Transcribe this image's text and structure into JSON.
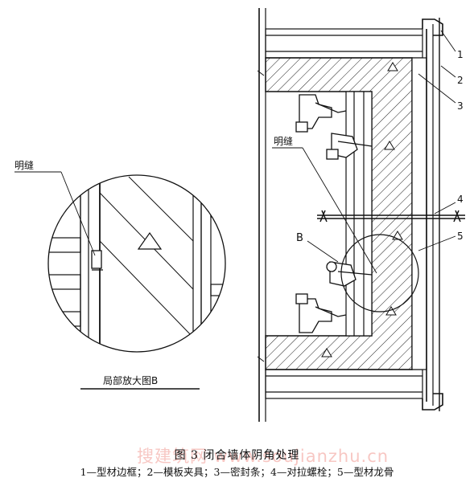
{
  "figure": {
    "caption_title": "图 3   闭合墙体阴角处理",
    "caption_legend": "1—型材边框；2—模板夹具；3—密封条；4—对拉螺栓；5—型材龙骨",
    "detail_title": "局部放大图B",
    "label_joint_detail": "明缝",
    "label_joint_main": "明缝",
    "label_b": "B",
    "callouts": [
      "1",
      "2",
      "3",
      "4",
      "5"
    ],
    "watermark": "搜建筑网 www.soujianzhu.cn"
  },
  "colors": {
    "line": "#111111",
    "watermark": "#f29a93"
  }
}
